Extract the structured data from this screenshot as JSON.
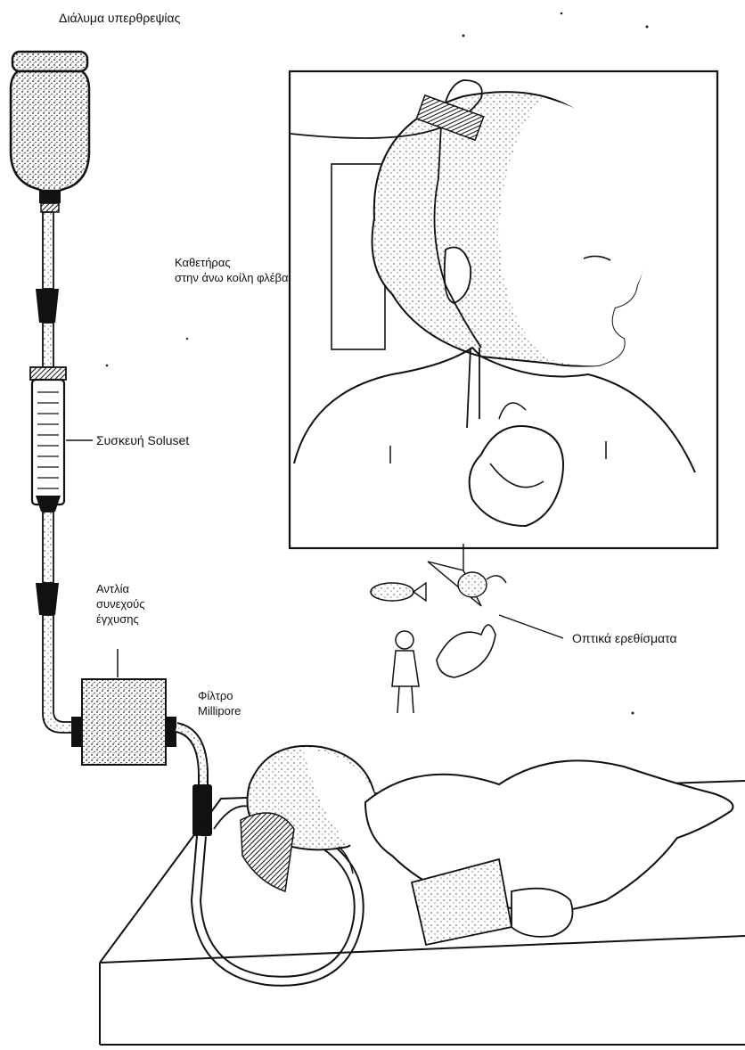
{
  "labels": {
    "solution": "Διάλυμα υπερθρεψίας",
    "catheter_line1": "Καθετήρας",
    "catheter_line2": "στην άνω κοίλη φλέβα",
    "soluset": "Συσκευή Soluset",
    "pump_line1": "Αντλία",
    "pump_line2": "συνεχούς",
    "pump_line3": "έγχυσης",
    "filter_line1": "Φίλτρο",
    "filter_line2": "Millipore",
    "visual_stimuli": "Οπτικά ερεθίσματα"
  },
  "colors": {
    "ink": "#111111",
    "stipple": "#3a3a3a",
    "paper": "#ffffff"
  }
}
